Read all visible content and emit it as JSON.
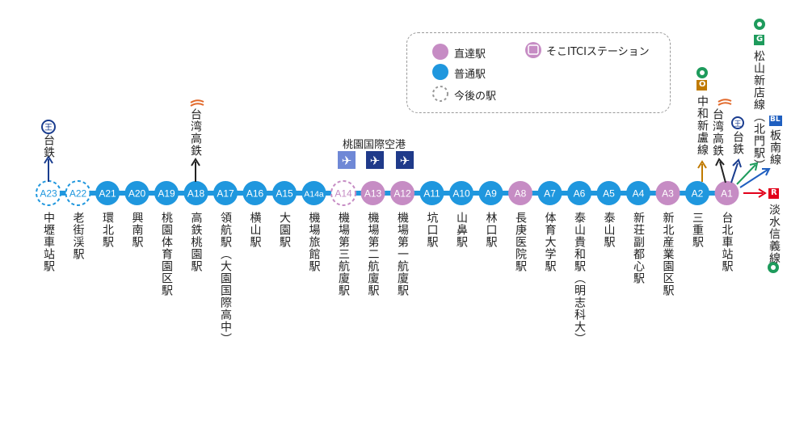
{
  "colors": {
    "line": "#1f97de",
    "express": "#c68cc4",
    "future": "#1f97de",
    "future_alt": "#c68cc4",
    "text": "#222222",
    "tra": "#1a3d8f",
    "hsr_arrow": "#222222",
    "green_line": "#1e9b5c",
    "red_line": "#e2001a",
    "orange_line": "#c07a00",
    "blue_line": "#1f5fc0",
    "plane_light": "#6f88d6",
    "plane_dark": "#1f3a8a"
  },
  "legend": {
    "express_label": "直達駅",
    "local_label": "普通駅",
    "future_label": "今後の駅",
    "itci_label": "そこITCIステーション"
  },
  "stations": [
    {
      "code": "A23",
      "name": "中壢車站駅",
      "type": "future"
    },
    {
      "code": "A22",
      "name": "老街渓駅",
      "type": "future"
    },
    {
      "code": "A21",
      "name": "環北駅",
      "type": "local"
    },
    {
      "code": "A20",
      "name": "興南駅",
      "type": "local"
    },
    {
      "code": "A19",
      "name": "桃園体育園区駅",
      "type": "local"
    },
    {
      "code": "A18",
      "name": "高鉄桃園駅",
      "type": "local"
    },
    {
      "code": "A17",
      "name": "領航駅（大園国際高中）",
      "type": "local"
    },
    {
      "code": "A16",
      "name": "横山駅",
      "type": "local"
    },
    {
      "code": "A15",
      "name": "大園駅",
      "type": "local"
    },
    {
      "code": "A14a",
      "name": "機場旅館駅",
      "type": "local"
    },
    {
      "code": "A14",
      "name": "機場第三航廈駅",
      "type": "future_express"
    },
    {
      "code": "A13",
      "name": "機場第二航廈駅",
      "type": "express"
    },
    {
      "code": "A12",
      "name": "機場第一航廈駅",
      "type": "express"
    },
    {
      "code": "A11",
      "name": "坑口駅",
      "type": "local"
    },
    {
      "code": "A10",
      "name": "山鼻駅",
      "type": "local"
    },
    {
      "code": "A9",
      "name": "林口駅",
      "type": "local"
    },
    {
      "code": "A8",
      "name": "長庚医院駅",
      "type": "express"
    },
    {
      "code": "A7",
      "name": "体育大学駅",
      "type": "local"
    },
    {
      "code": "A6",
      "name": "泰山貴和駅（明志科大）",
      "type": "local"
    },
    {
      "code": "A5",
      "name": "泰山駅",
      "type": "local"
    },
    {
      "code": "A4",
      "name": "新荘副都心駅",
      "type": "local"
    },
    {
      "code": "A3",
      "name": "新北産業園区駅",
      "type": "express"
    },
    {
      "code": "A2",
      "name": "三重駅",
      "type": "local"
    },
    {
      "code": "A1",
      "name": "台北車站駅",
      "type": "express"
    }
  ],
  "transfers": {
    "tra_left": "台鉄",
    "hsr_a18": "台湾高鉄",
    "airport_terminal": "桃園国際空港",
    "orange_badge": "O",
    "orange_line": "中和新盧線",
    "hsr_a1": "台湾高鉄",
    "tra_a1": "台鉄",
    "green_badge": "G",
    "green_line": "松山新店線（北門駅）",
    "blue_badge": "BL",
    "blue_line": "板南線",
    "red_badge": "R",
    "red_line": "淡水信義線"
  }
}
